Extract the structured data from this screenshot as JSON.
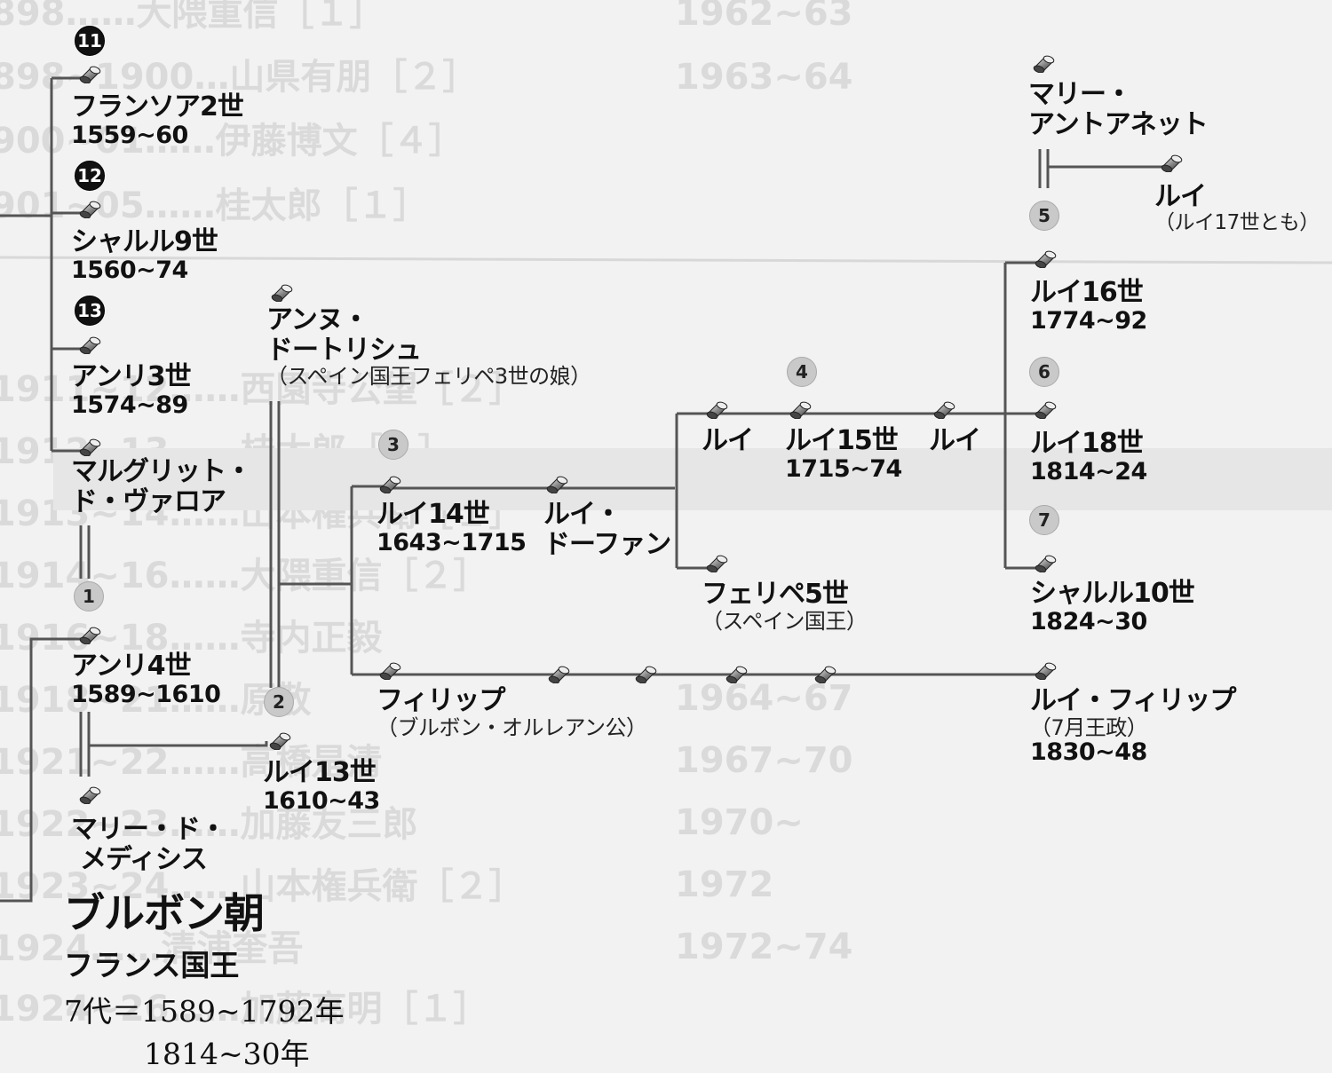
{
  "title": {
    "dynasty": "ブルボン朝",
    "subtitle": "フランス国王",
    "reign_line1": "7代＝1589~1792年",
    "reign_line2": "1814~30年"
  },
  "background_text": [
    "898……大隈重信［１］",
    "898~1900…山県有朋［２］",
    "900~01……伊藤博文［４］",
    "901~05……桂太郎［１］",
    "1911~12……西園寺公望［２］",
    "1912~13……桂太郎［３］",
    "1913~14……山本権兵衛［１］",
    "1914~16……大隈重信［２］",
    "1916~18……寺内正毅",
    "1918~21……原敬",
    "1921~22……高橋是清",
    "1922~23……加藤友三郎",
    "1923~24……山本権兵衛［２］",
    "1924……清浦奎吾",
    "1924~26……加藤高明［１］",
    "1962~63",
    "1963~64",
    "1964~67",
    "1967~70",
    "1970~",
    "1972",
    "1972~74"
  ],
  "people": {
    "francois2": {
      "name": "フランソア2世",
      "years": "1559~60",
      "badge": "11"
    },
    "charles9": {
      "name": "シャルル9世",
      "years": "1560~74",
      "badge": "12"
    },
    "henri3": {
      "name": "アンリ3世",
      "years": "1574~89",
      "badge": "13"
    },
    "marguerite": {
      "name1": "マルグリット・",
      "name2": "ド・ヴァロア"
    },
    "henri4": {
      "name": "アンリ4世",
      "years": "1589~1610",
      "badge": "1"
    },
    "marie_medicis": {
      "name1": "マリー・ド・",
      "name2": "メディシス"
    },
    "anne": {
      "name1": "アンヌ・",
      "name2": "ドートリシュ",
      "note": "（スペイン国王フェリペ3世の娘）"
    },
    "louis13": {
      "name": "ルイ13世",
      "years": "1610~43",
      "badge": "2"
    },
    "louis14": {
      "name": "ルイ14世",
      "years": "1643~1715",
      "badge": "3"
    },
    "grand_dauphin": {
      "name1": "ルイ・",
      "name2": "ドーファン"
    },
    "philippe": {
      "name": "フィリップ",
      "note": "（ブルボン・オルレアン公）"
    },
    "louis_duke": {
      "name": "ルイ"
    },
    "felipe5": {
      "name": "フェリペ5世",
      "note": "（スペイン国王）"
    },
    "louis15": {
      "name": "ルイ15世",
      "years": "1715~74",
      "badge": "4"
    },
    "louis_dauphin": {
      "name": "ルイ"
    },
    "marie_antoinette": {
      "name1": "マリー・",
      "name2": "アントアネット"
    },
    "louis17": {
      "name": "ルイ",
      "note": "（ルイ17世とも）"
    },
    "louis16": {
      "name": "ルイ16世",
      "years": "1774~92",
      "badge": "5"
    },
    "louis18": {
      "name": "ルイ18世",
      "years": "1814~24",
      "badge": "6"
    },
    "charles10": {
      "name": "シャルル10世",
      "years": "1824~30",
      "badge": "7"
    },
    "louis_philippe": {
      "name": "ルイ・フィリップ",
      "note": "（7月王政）",
      "years": "1830~48"
    }
  }
}
